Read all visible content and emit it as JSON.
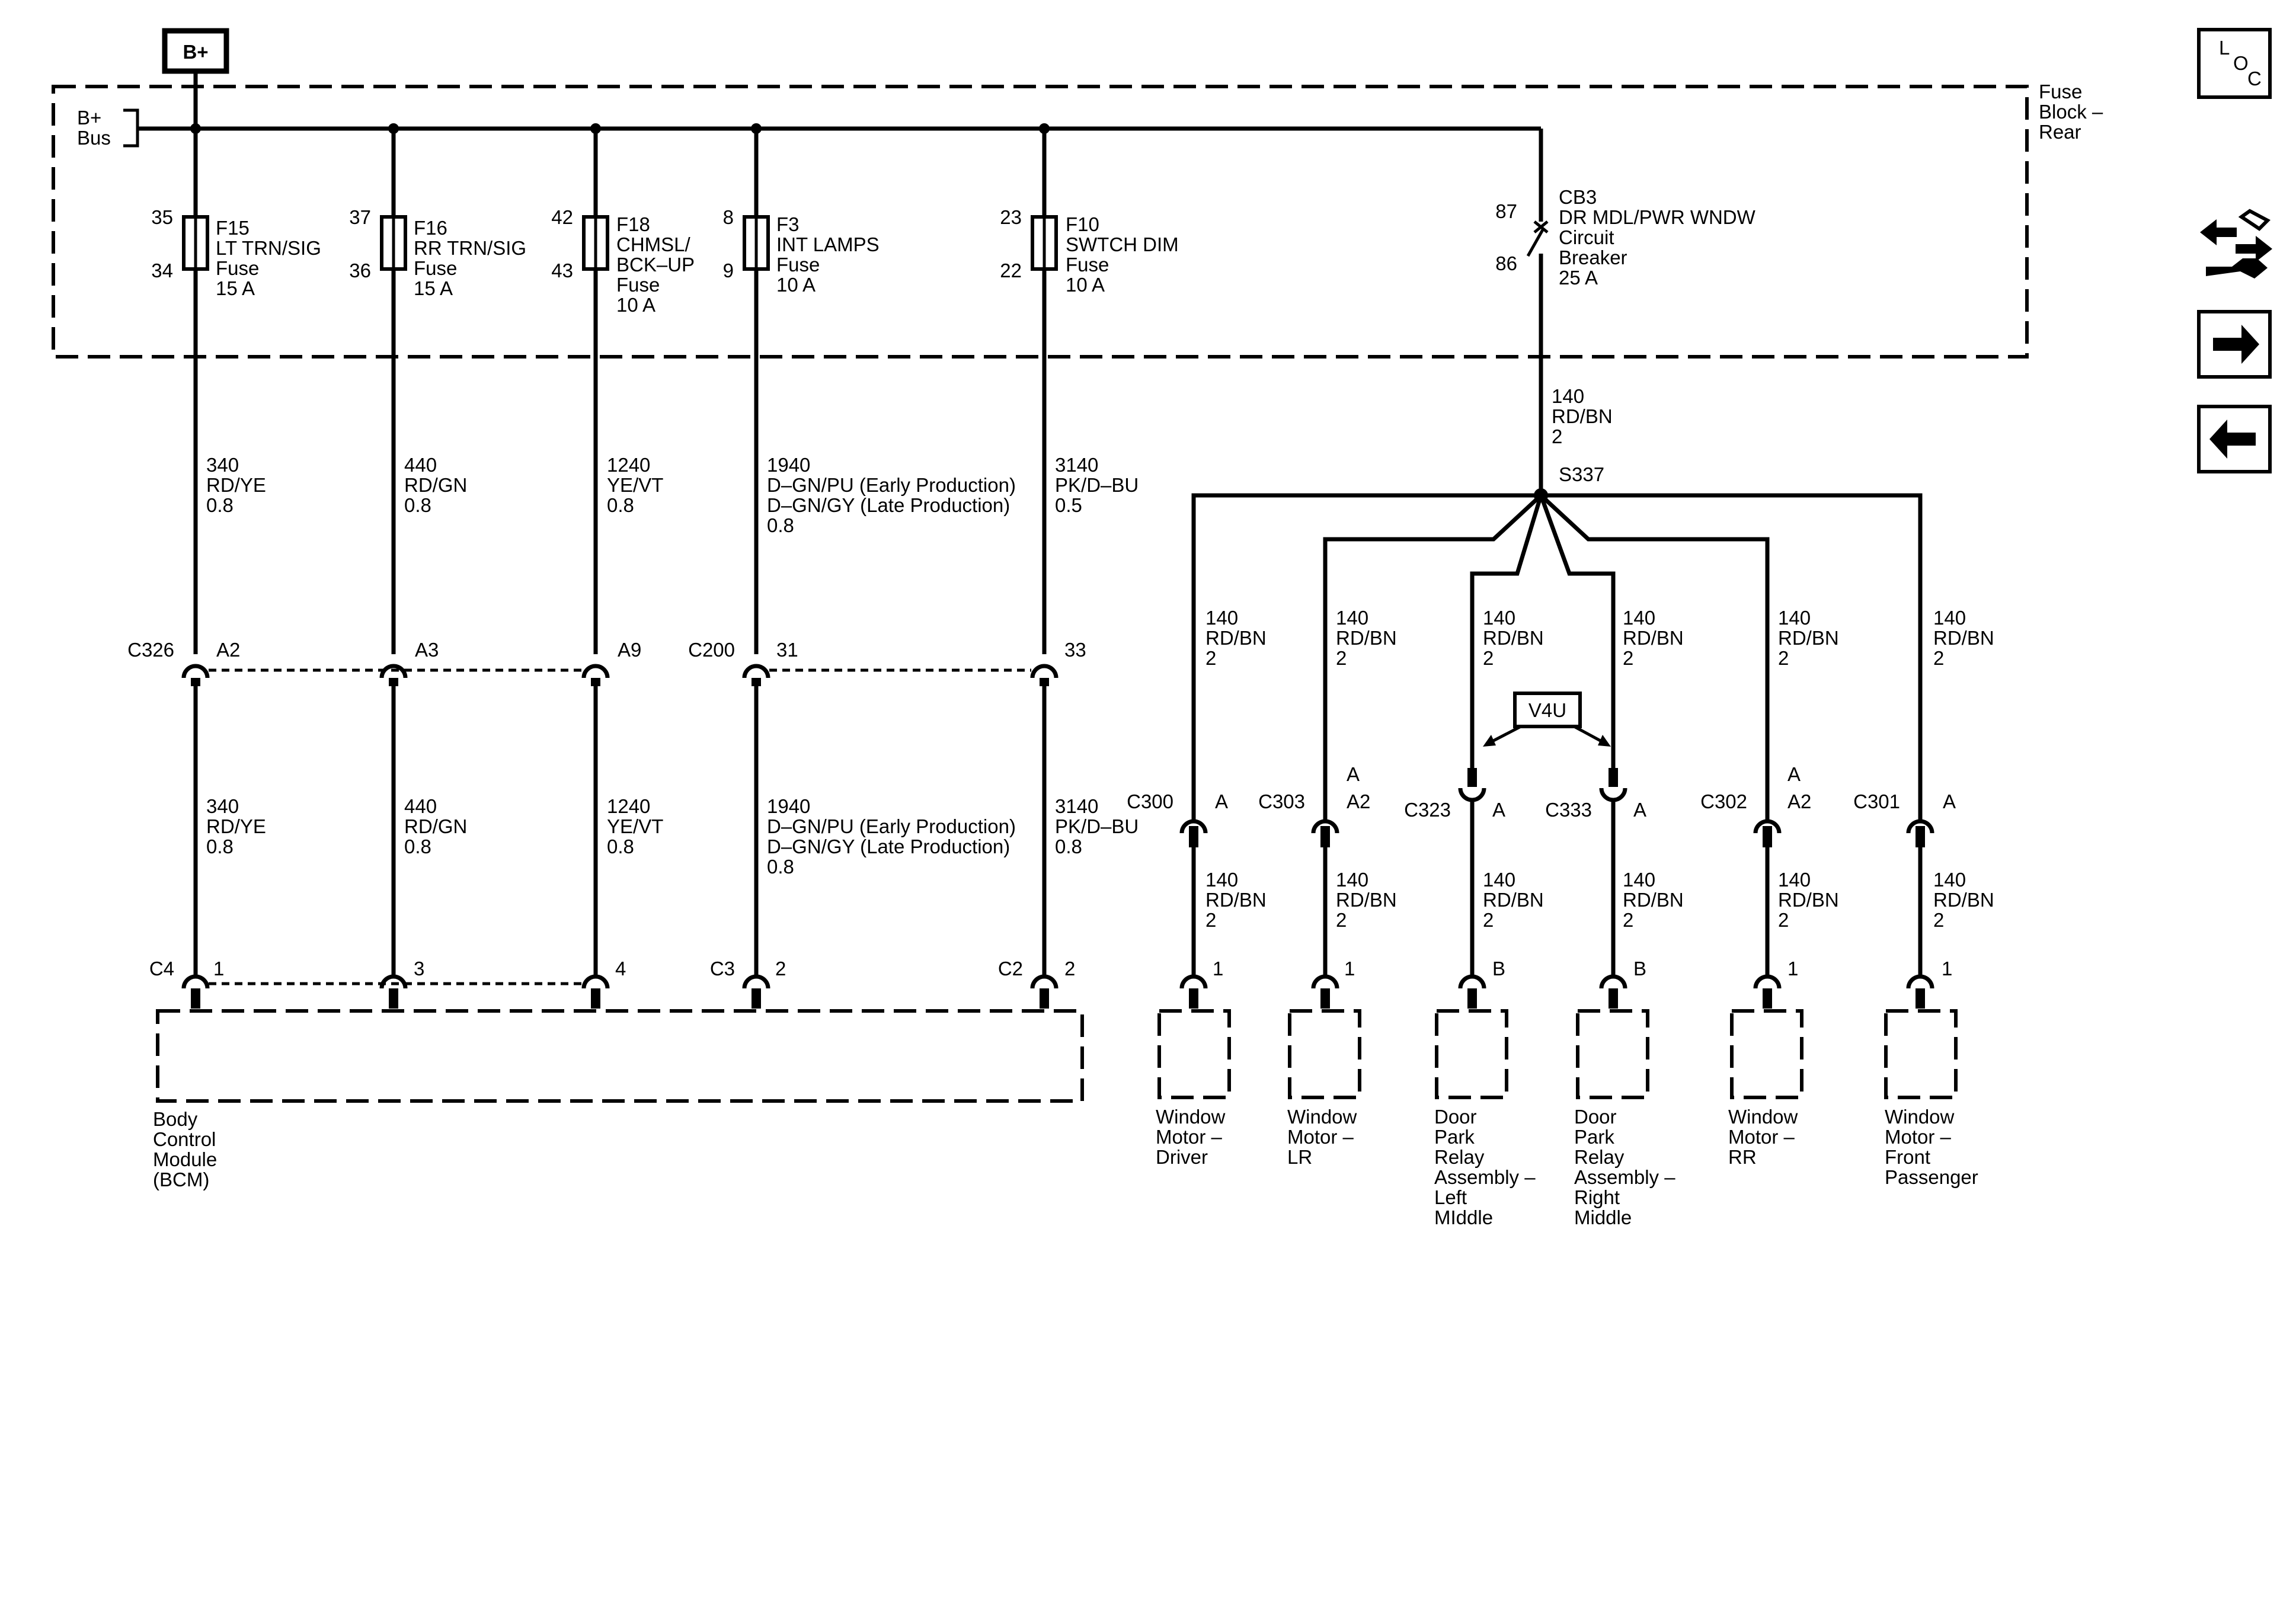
{
  "power": {
    "source_label": "B+",
    "bus_label": [
      "B+",
      "Bus"
    ],
    "fuse_block_label": [
      "Fuse",
      "Block –",
      "Rear"
    ]
  },
  "fuses": [
    {
      "id": "F15",
      "pin_top": "35",
      "pin_bottom": "34",
      "lines": [
        "F15",
        "LT TRN/SIG",
        "Fuse",
        "15 A"
      ]
    },
    {
      "id": "F16",
      "pin_top": "37",
      "pin_bottom": "36",
      "lines": [
        "F16",
        "RR TRN/SIG",
        "Fuse",
        "15 A"
      ]
    },
    {
      "id": "F18",
      "pin_top": "42",
      "pin_bottom": "43",
      "lines": [
        "F18",
        "CHMSL/",
        "BCK–UP",
        "Fuse",
        "10 A"
      ]
    },
    {
      "id": "F3",
      "pin_top": "8",
      "pin_bottom": "9",
      "lines": [
        "F3",
        "INT LAMPS",
        "Fuse",
        "10 A"
      ]
    },
    {
      "id": "F10",
      "pin_top": "23",
      "pin_bottom": "22",
      "lines": [
        "F10",
        "SWTCH DIM",
        "Fuse",
        "10 A"
      ]
    }
  ],
  "breaker": {
    "pin_top": "87",
    "pin_bottom": "86",
    "lines": [
      "CB3",
      "DR MDL/PWR WNDW",
      "Circuit",
      "Breaker",
      "25 A"
    ]
  },
  "upper_wires": [
    [
      "340",
      "RD/YE",
      "0.8"
    ],
    [
      "440",
      "RD/GN",
      "0.8"
    ],
    [
      "1240",
      "YE/VT",
      "0.8"
    ],
    [
      "1940",
      "D–GN/PU (Early Production)",
      "D–GN/GY (Late Production)",
      "0.8"
    ],
    [
      "3140",
      "PK/D–BU",
      "0.5"
    ]
  ],
  "lower_wires": [
    [
      "340",
      "RD/YE",
      "0.8"
    ],
    [
      "440",
      "RD/GN",
      "0.8"
    ],
    [
      "1240",
      "YE/VT",
      "0.8"
    ],
    [
      "1940",
      "D–GN/PU (Early Production)",
      "D–GN/GY (Late Production)",
      "0.8"
    ],
    [
      "3140",
      "PK/D–BU",
      "0.8"
    ]
  ],
  "inline_connectors": {
    "c326": "C326",
    "c200": "C200",
    "pins": [
      "A2",
      "A3",
      "A9",
      "31",
      "33"
    ]
  },
  "bcm_connectors": {
    "c4": "C4",
    "c3": "C3",
    "c2": "C2",
    "pins": [
      "1",
      "3",
      "4",
      "2",
      "2"
    ]
  },
  "bcm_label": [
    "Body",
    "Control",
    "Module",
    "(BCM)"
  ],
  "feed_wire": [
    "140",
    "RD/BN",
    "2"
  ],
  "splice": "S337",
  "option_code": "V4U",
  "branches": [
    {
      "upper_wire": [
        "140",
        "RD/BN",
        "2"
      ],
      "connector": "C300",
      "pin_top": "",
      "pin_side": "A",
      "lower_wire": [
        "140",
        "RD/BN",
        "2"
      ],
      "comp_pin": "1",
      "component": [
        "Window",
        "Motor –",
        "Driver"
      ]
    },
    {
      "upper_wire": [
        "140",
        "RD/BN",
        "2"
      ],
      "connector": "C303",
      "pin_top": "A",
      "pin_side": "A2",
      "lower_wire": [
        "140",
        "RD/BN",
        "2"
      ],
      "comp_pin": "1",
      "component": [
        "Window",
        "Motor –",
        "LR"
      ]
    },
    {
      "upper_wire": [
        "140",
        "RD/BN",
        "2"
      ],
      "connector": "C323",
      "pin_top": "",
      "pin_side": "A",
      "lower_wire": [
        "140",
        "RD/BN",
        "2"
      ],
      "comp_pin": "B",
      "component": [
        "Door",
        "Park",
        "Relay",
        "Assembly –",
        "Left",
        "MIddle"
      ]
    },
    {
      "upper_wire": [
        "140",
        "RD/BN",
        "2"
      ],
      "connector": "C333",
      "pin_top": "",
      "pin_side": "A",
      "lower_wire": [
        "140",
        "RD/BN",
        "2"
      ],
      "comp_pin": "B",
      "component": [
        "Door",
        "Park",
        "Relay",
        "Assembly –",
        "Right",
        "Middle"
      ]
    },
    {
      "upper_wire": [
        "140",
        "RD/BN",
        "2"
      ],
      "connector": "C302",
      "pin_top": "A",
      "pin_side": "A2",
      "lower_wire": [
        "140",
        "RD/BN",
        "2"
      ],
      "comp_pin": "1",
      "component": [
        "Window",
        "Motor –",
        "RR"
      ]
    },
    {
      "upper_wire": [
        "140",
        "RD/BN",
        "2"
      ],
      "connector": "C301",
      "pin_top": "",
      "pin_side": "A",
      "lower_wire": [
        "140",
        "RD/BN",
        "2"
      ],
      "comp_pin": "1",
      "component": [
        "Window",
        "Motor –",
        "Front",
        "Passenger"
      ]
    }
  ],
  "side_icons": {
    "loc": [
      "L",
      "O",
      "C"
    ],
    "icons": [
      "component-locator-icon",
      "connector-wrench-icon",
      "next-page-arrow-icon",
      "previous-page-arrow-icon"
    ]
  }
}
